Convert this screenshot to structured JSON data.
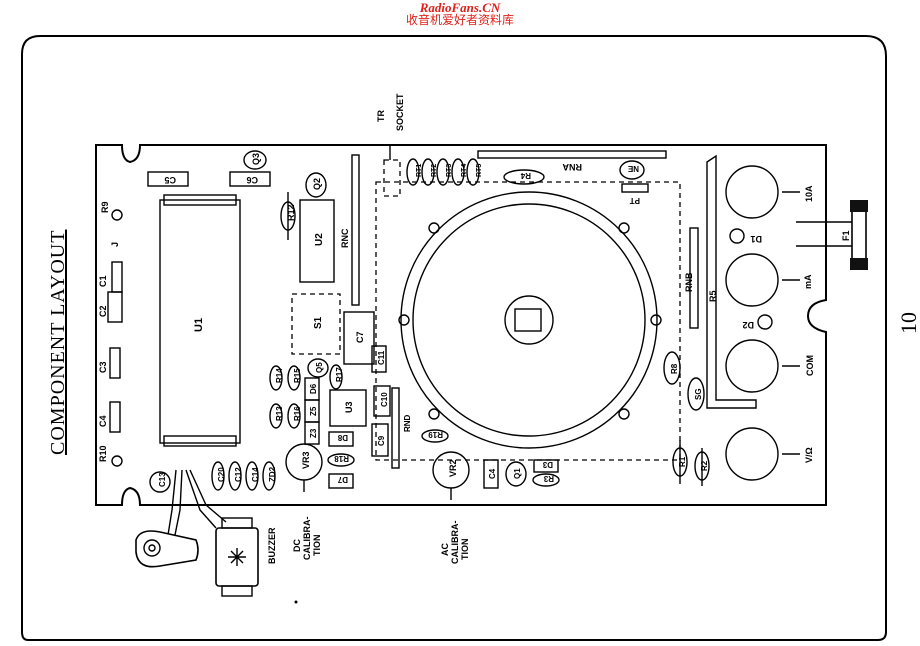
{
  "watermark": {
    "line1": "RadioFans.CN",
    "line2": "收音机爱好者资料库"
  },
  "page_number": "10",
  "title": "COMPONENT LAYOUT",
  "labels": {
    "tr_socket_1": "TR",
    "tr_socket_2": "SOCKET",
    "c5": "C5",
    "c6": "C6",
    "q3": "Q3",
    "q2": "Q2",
    "r9": "R9",
    "j": "J",
    "c1": "C1",
    "c2": "C2",
    "c3": "C3",
    "c4": "C4",
    "r10": "R10",
    "u1": "U1",
    "u2": "U2",
    "u3": "U3",
    "r12": "R12",
    "rnc": "RNC",
    "s1": "S1",
    "c7": "C7",
    "c11": "C11",
    "c10": "C10",
    "c9": "C9",
    "rnd": "RND",
    "r14": "R14",
    "r15": "R15",
    "q5": "Q5",
    "d6": "D6",
    "r17": "R17",
    "z5": "Z5",
    "r13": "R13",
    "r16": "R16",
    "z3": "Z3",
    "d8": "D8",
    "r18": "R18",
    "d7": "D7",
    "vr3": "VR3",
    "vr2": "VR2",
    "r19": "R19",
    "c20": "C20",
    "c12": "C12",
    "c14": "C14",
    "zd2": "ZD2",
    "c13": "C13",
    "rt1": "RT1",
    "rt2": "RT2",
    "rt3": "RT3",
    "rt4": "RT4",
    "rt5": "RT5",
    "r4": "R4",
    "rna": "RNA",
    "ne": "NE",
    "pt": "PT",
    "rnb": "RNB",
    "r5": "R5",
    "r8": "R8",
    "sg": "SG",
    "r1": "R1",
    "r2": "R2",
    "c4b": "C4",
    "q1": "Q1",
    "d3": "D3",
    "r3": "R3",
    "d1": "D1",
    "f1": "F1",
    "d2": "D2",
    "j10a": "10A",
    "jma": "mA",
    "jcom": "COM",
    "jvo": "V/Ω",
    "buzzer": "BUZZER",
    "dc_cal_1": "DC",
    "dc_cal_2": "CALIBRA-",
    "dc_cal_3": "TION",
    "ac_cal_1": "AC",
    "ac_cal_2": "CALIBRA-",
    "ac_cal_3": "TION"
  }
}
